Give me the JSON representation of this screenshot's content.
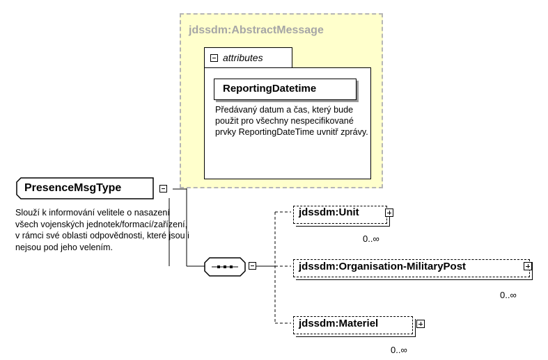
{
  "root": {
    "name": "PresenceMsgType",
    "documentation": "Slouží k informování velitele o nasazení všech vojenských jednotek/formací/zařízení, v rámci své oblasti odpovědnosti, které jsou i nejsou pod jeho velením."
  },
  "base_type": {
    "name": "jdssdm:AbstractMessage"
  },
  "attributes": {
    "label": "attributes",
    "items": [
      {
        "name": "ReportingDatetime",
        "documentation": "Předávaný datum a čas, který bude použit pro všechny nespecifikované prvky ReportingDateTime uvnitř zprávy."
      }
    ]
  },
  "sequence": {
    "children": [
      {
        "name": "jdssdm:Unit",
        "occurrence": "0..∞"
      },
      {
        "name": "jdssdm:Organisation-MilitaryPost",
        "occurrence": "0..∞"
      },
      {
        "name": "jdssdm:Materiel",
        "occurrence": "0..∞"
      }
    ]
  },
  "colors": {
    "base_fill": "#ffffcc",
    "base_border": "#b5b5b5",
    "base_title": "#a6a6a6",
    "shadow": "#9a9a9a"
  }
}
